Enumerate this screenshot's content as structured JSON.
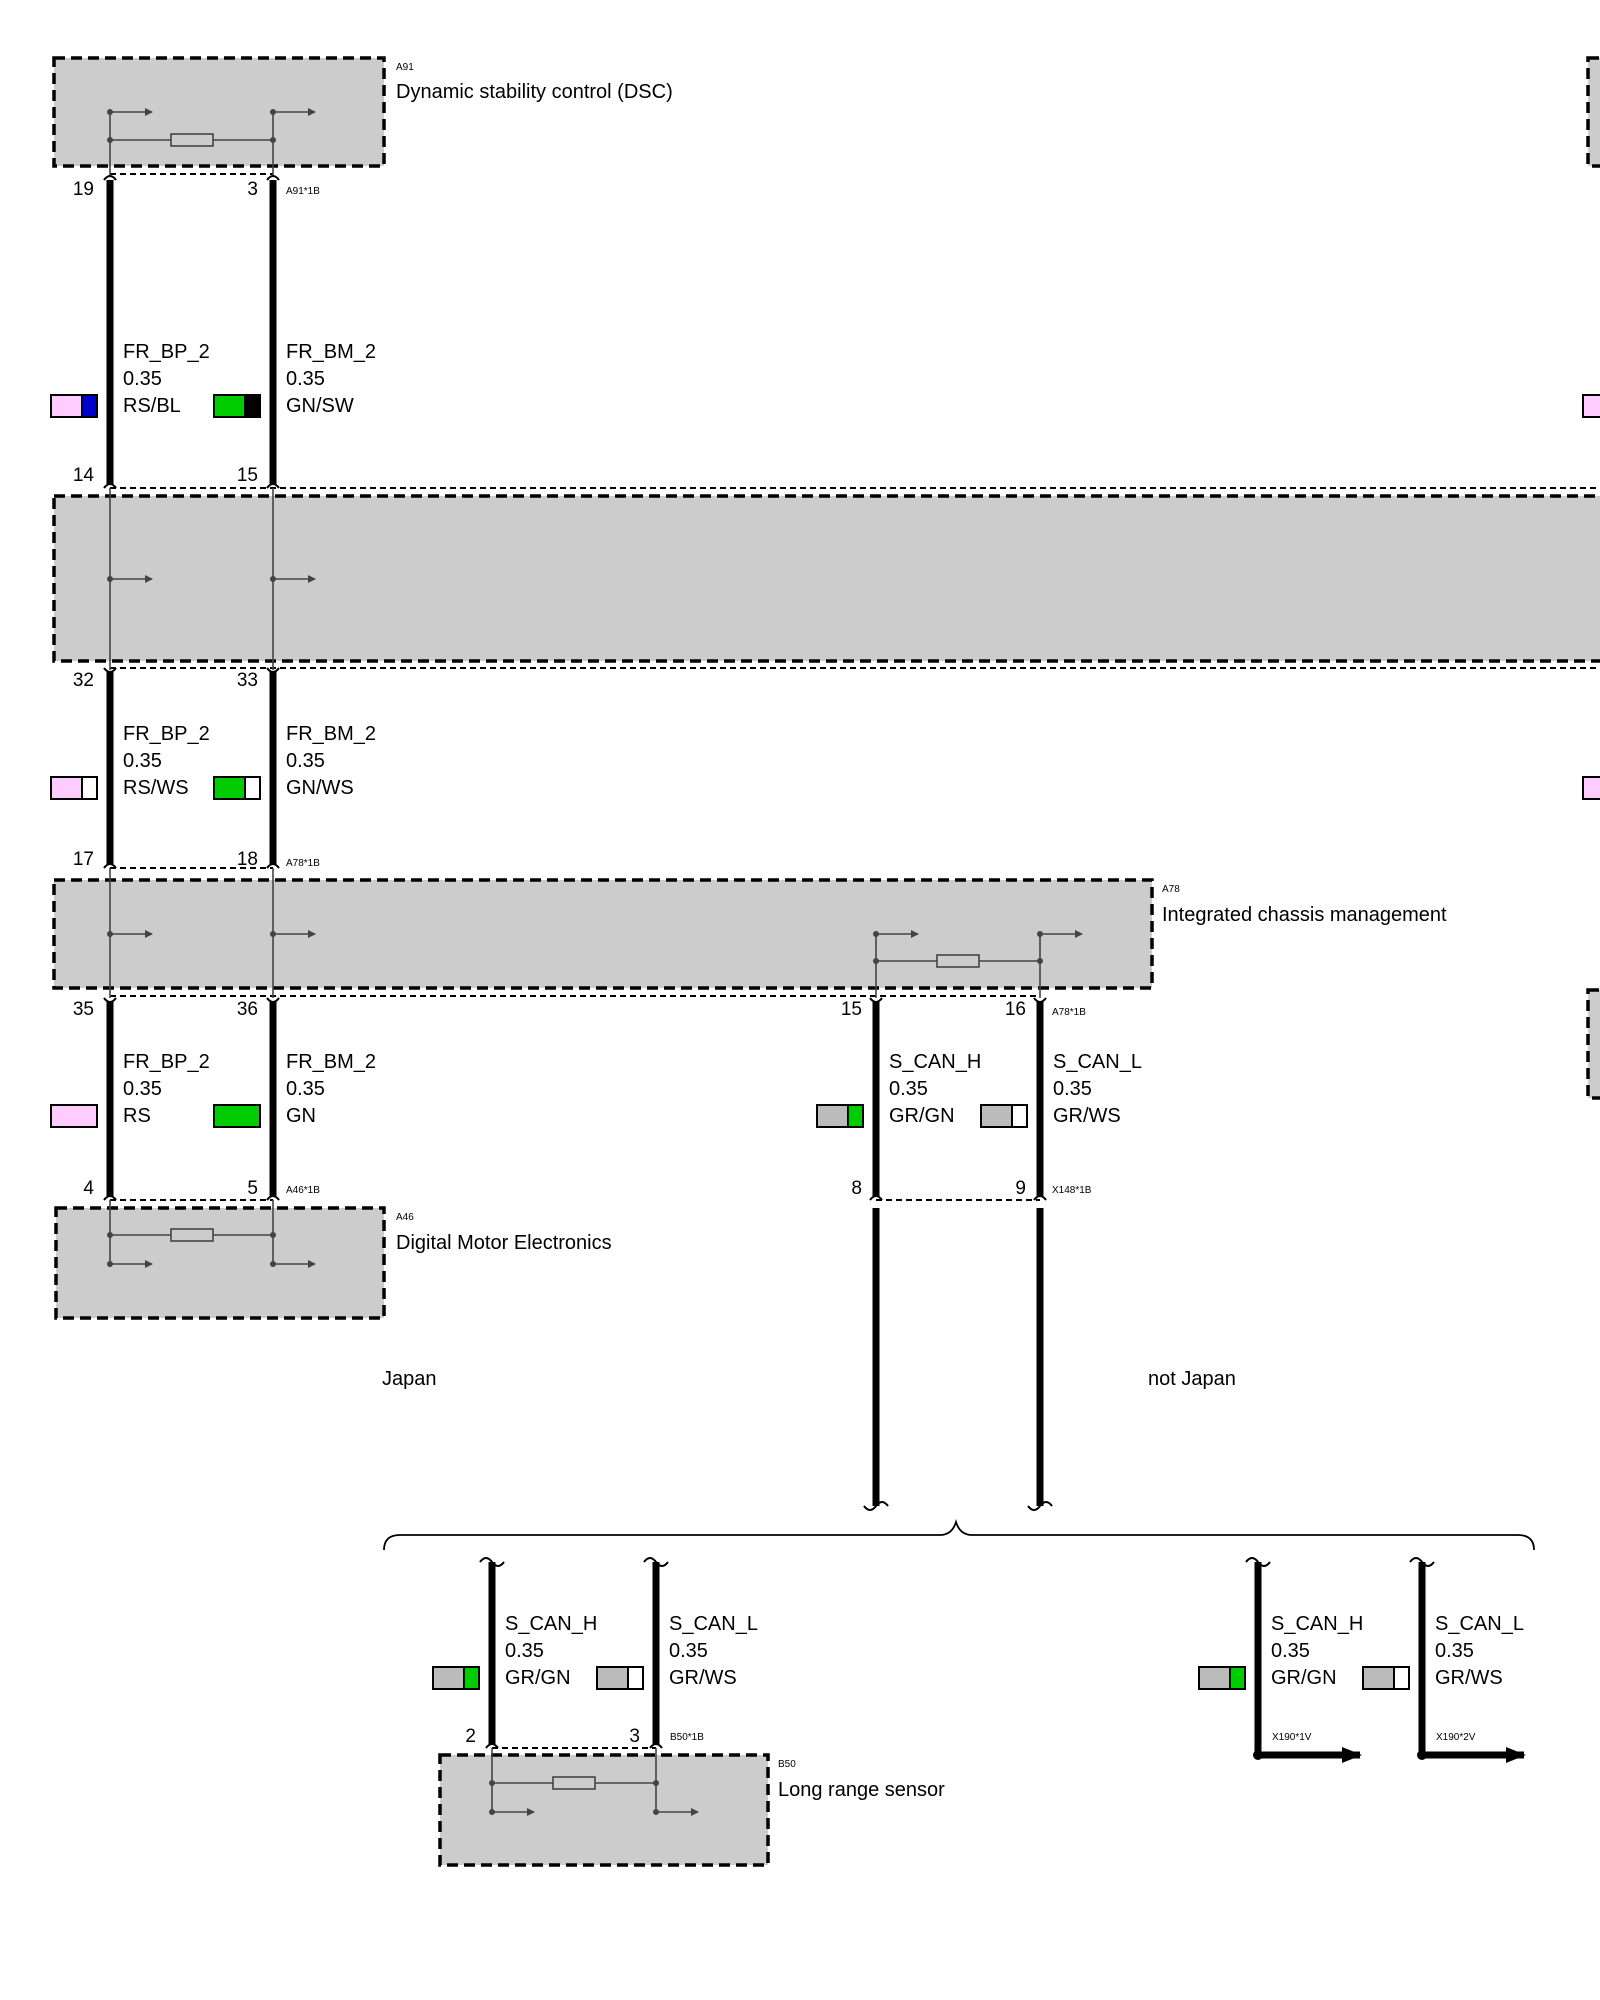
{
  "components": {
    "dsc": {
      "id": "A91",
      "name": "Dynamic stability control (DSC)",
      "connector": "A91*1B"
    },
    "icm": {
      "id": "A78",
      "name": "Integrated chassis management",
      "connector": "A78*1B"
    },
    "dme": {
      "id": "A46",
      "name": "Digital Motor Electronics",
      "connector": "A46*1B"
    },
    "lrs": {
      "id": "B50",
      "name": "Long range sensor",
      "connector": "B50*1B"
    },
    "x148": {
      "connector": "X148*1B"
    },
    "x190": {
      "connector_1": "X190*1V",
      "connector_2": "X190*2V"
    }
  },
  "pins": {
    "dsc": [
      "19",
      "3"
    ],
    "mid_top": [
      "14",
      "15"
    ],
    "mid_bottom": [
      "32",
      "33"
    ],
    "icm_top": [
      "17",
      "18"
    ],
    "icm_bottom": [
      "35",
      "36",
      "15",
      "16"
    ],
    "dme": [
      "4",
      "5"
    ],
    "x148": [
      "8",
      "9"
    ],
    "lrs": [
      "2",
      "3"
    ]
  },
  "variants": {
    "left": "Japan",
    "right": "not Japan"
  },
  "wires": {
    "w1": {
      "signal": "FR_BP_2",
      "size": "0.35",
      "color": "RS/BL",
      "c1": "#ffccff",
      "c2": "#0000cc"
    },
    "w2": {
      "signal": "FR_BM_2",
      "size": "0.35",
      "color": "GN/SW",
      "c1": "#00cc00",
      "c2": "#000000"
    },
    "w3": {
      "signal": "FR_BP_2",
      "size": "0.35",
      "color": "RS/WS",
      "c1": "#ffccff",
      "c2": "#ffffff"
    },
    "w4": {
      "signal": "FR_BM_2",
      "size": "0.35",
      "color": "GN/WS",
      "c1": "#00cc00",
      "c2": "#ffffff"
    },
    "w5": {
      "signal": "FR_BP_2",
      "size": "0.35",
      "color": "RS",
      "c1": "#ffccff",
      "c2": "#ffccff"
    },
    "w6": {
      "signal": "FR_BM_2",
      "size": "0.35",
      "color": "GN",
      "c1": "#00cc00",
      "c2": "#00cc00"
    },
    "w7": {
      "signal": "S_CAN_H",
      "size": "0.35",
      "color": "GR/GN",
      "c1": "#bbbbbb",
      "c2": "#00cc00"
    },
    "w8": {
      "signal": "S_CAN_L",
      "size": "0.35",
      "color": "GR/WS",
      "c1": "#bbbbbb",
      "c2": "#ffffff"
    },
    "w9": {
      "signal": "S_CAN_H",
      "size": "0.35",
      "color": "GR/GN",
      "c1": "#bbbbbb",
      "c2": "#00cc00"
    },
    "w10": {
      "signal": "S_CAN_L",
      "size": "0.35",
      "color": "GR/WS",
      "c1": "#bbbbbb",
      "c2": "#ffffff"
    },
    "w11": {
      "signal": "S_CAN_H",
      "size": "0.35",
      "color": "GR/GN",
      "c1": "#bbbbbb",
      "c2": "#00cc00"
    },
    "w12": {
      "signal": "S_CAN_L",
      "size": "0.35",
      "color": "GR/WS",
      "c1": "#bbbbbb",
      "c2": "#ffffff"
    }
  }
}
